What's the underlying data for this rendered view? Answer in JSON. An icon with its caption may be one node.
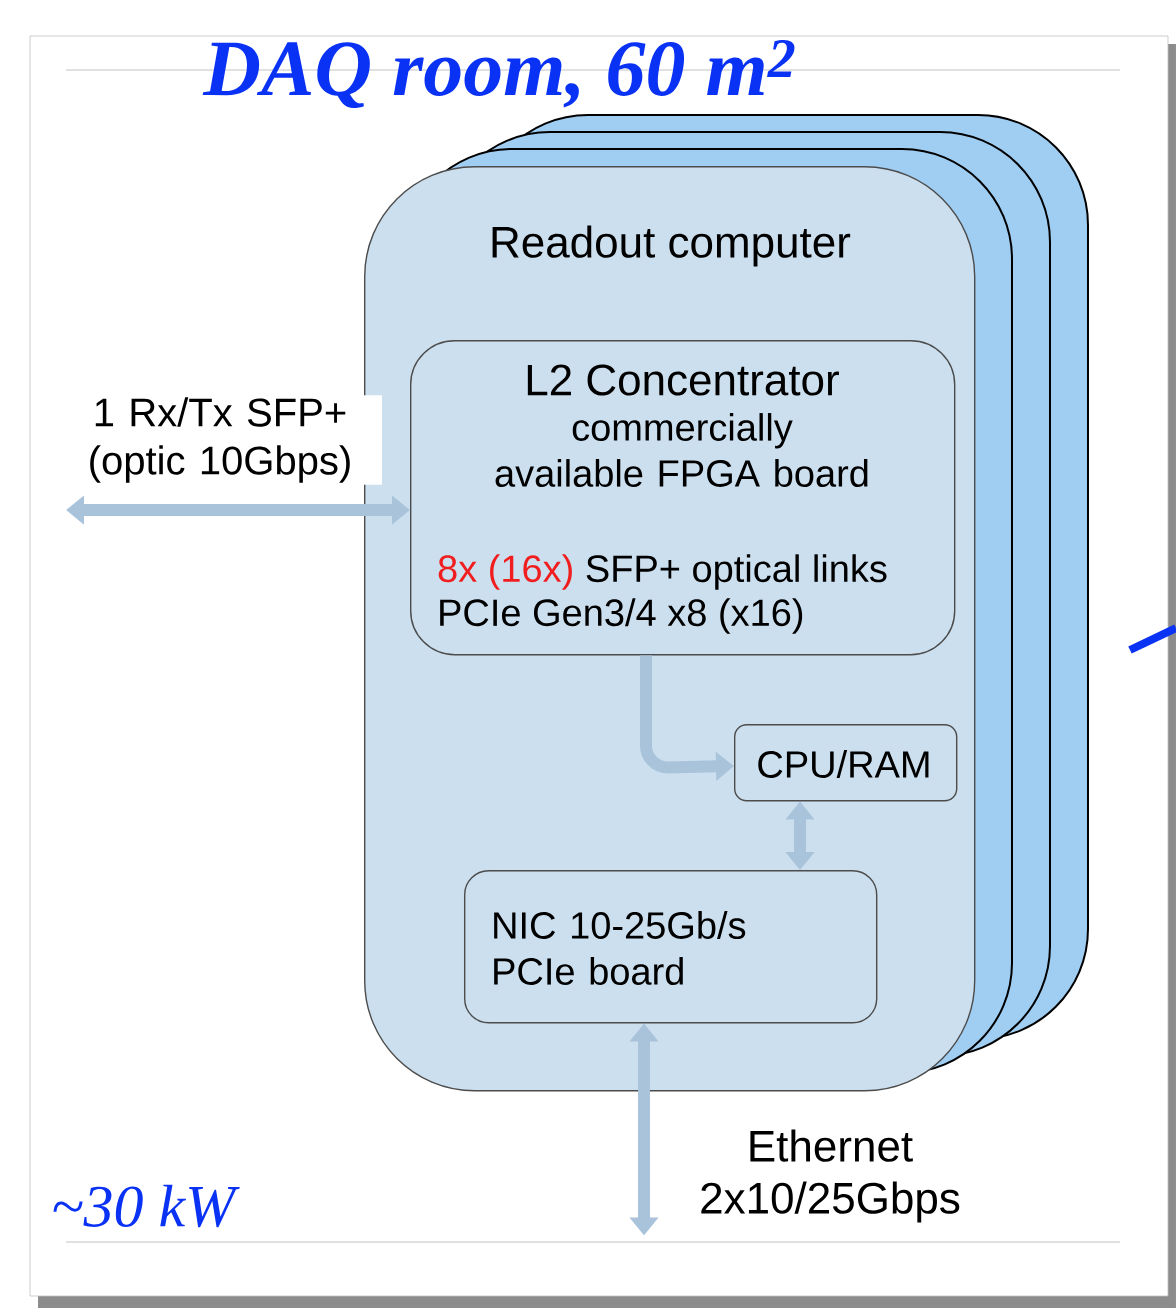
{
  "diagram": {
    "title": "DAQ room, 60 m$^{2}$",
    "nodes": [
      {
        "text": [
          "Readout computer"
        ]
      },
      {
        "text": [
          "L2 Concentrator",
          "commercially available FPGA board",
          "8x (16x)",
          "SFP+ optical links",
          "PCIe Gen3/4 x8 (x16)"
        ],
        "in": 0
      },
      {
        "text": [
          "CPU/RAM"
        ],
        "in": 0
      },
      {
        "text": [
          "NIC 10-25Gb/s PCIe board"
        ],
        "in": 0
      }
    ],
    "edges": [
      {
        "from": null,
        "to": 1,
        "arrow": "both",
        "label": "1 Rx/Tx SFP+ (optic 10Gbps)"
      },
      {
        "from": 1,
        "to": 2,
        "arrow": "to"
      },
      {
        "from": 2,
        "to": 3,
        "arrow": "both"
      },
      {
        "from": 3,
        "to": null,
        "arrow": "both",
        "label": "Ethernet 2x10/25Gbps"
      }
    ],
    "labels": [
      "~30 kW"
    ]
  }
}
